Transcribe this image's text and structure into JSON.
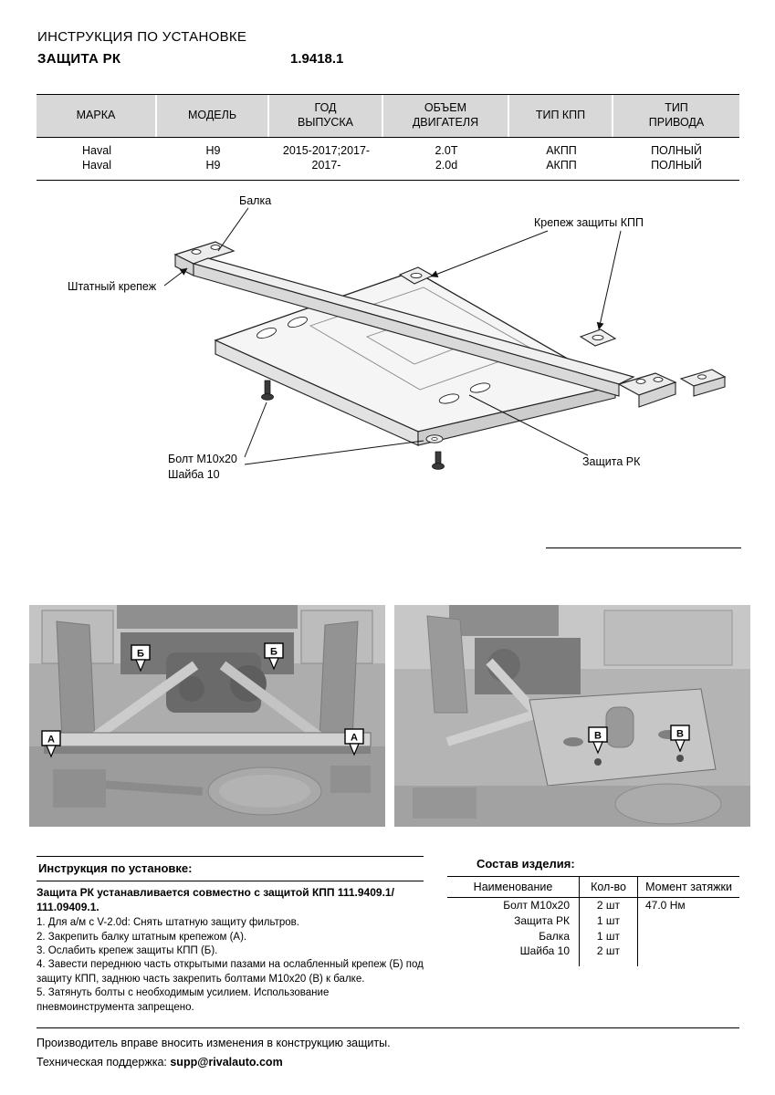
{
  "header": {
    "doc_type": "ИНСТРУКЦИЯ ПО УСТАНОВКЕ",
    "product": "ЗАЩИТА РК",
    "part_number": "1.9418.1"
  },
  "vehicle_table": {
    "headers": [
      "МАРКА",
      "МОДЕЛЬ",
      "ГОД\nВЫПУСКА",
      "ОБЪЕМ\nДВИГАТЕЛЯ",
      "ТИП КПП",
      "ТИП\nПРИВОДА"
    ],
    "rows": [
      [
        "Haval",
        "H9",
        "2015-2017;2017-",
        "2.0T",
        "АКПП",
        "ПОЛНЫЙ"
      ],
      [
        "Haval",
        "H9",
        "2017-",
        "2.0d",
        "АКПП",
        "ПОЛНЫЙ"
      ]
    ]
  },
  "diagram": {
    "labels": {
      "beam": "Балка",
      "kpp_mount": "Крепеж защиты КПП",
      "stock_mount": "Штатный крепеж",
      "bolt": "Болт М10х20",
      "washer": "Шайба 10",
      "guard": "Защита РК"
    }
  },
  "photos": {
    "markers": {
      "a": "А",
      "b": "Б",
      "v": "В"
    }
  },
  "install": {
    "heading": "Инструкция по установке:",
    "note": "Защита РК устанавливается совместно с защитой КПП 111.9409.1/ 111.09409.1.",
    "steps": [
      "1. Для а/м с V-2.0d: Снять штатную защиту фильтров.",
      "2. Закрепить балку штатным крепежом (А).",
      "3. Ослабить крепеж защиты КПП (Б).",
      "4. Завести переднюю часть открытыми пазами на ослабленный крепеж (Б) под защиту КПП, заднюю часть закрепить болтами М10х20 (В) к балке.",
      "5. Затянуть болты с необходимым усилием. Использование пневмоинструмента запрещено."
    ]
  },
  "composition": {
    "heading": "Состав изделия:",
    "headers": [
      "Наименование",
      "Кол-во",
      "Момент затяжки"
    ],
    "rows": [
      {
        "name": "Болт М10х20",
        "qty": "2 шт",
        "torque": "47.0 Нм"
      },
      {
        "name": "Защита РК",
        "qty": "1 шт",
        "torque": ""
      },
      {
        "name": "Балка",
        "qty": "1 шт",
        "torque": ""
      },
      {
        "name": "Шайба 10",
        "qty": "2 шт",
        "torque": ""
      }
    ]
  },
  "footer": {
    "line1": "Производитель вправе вносить изменения в конструкцию защиты.",
    "line2_label": "Техническая поддержка:",
    "email": "supp@rivalauto.com"
  }
}
